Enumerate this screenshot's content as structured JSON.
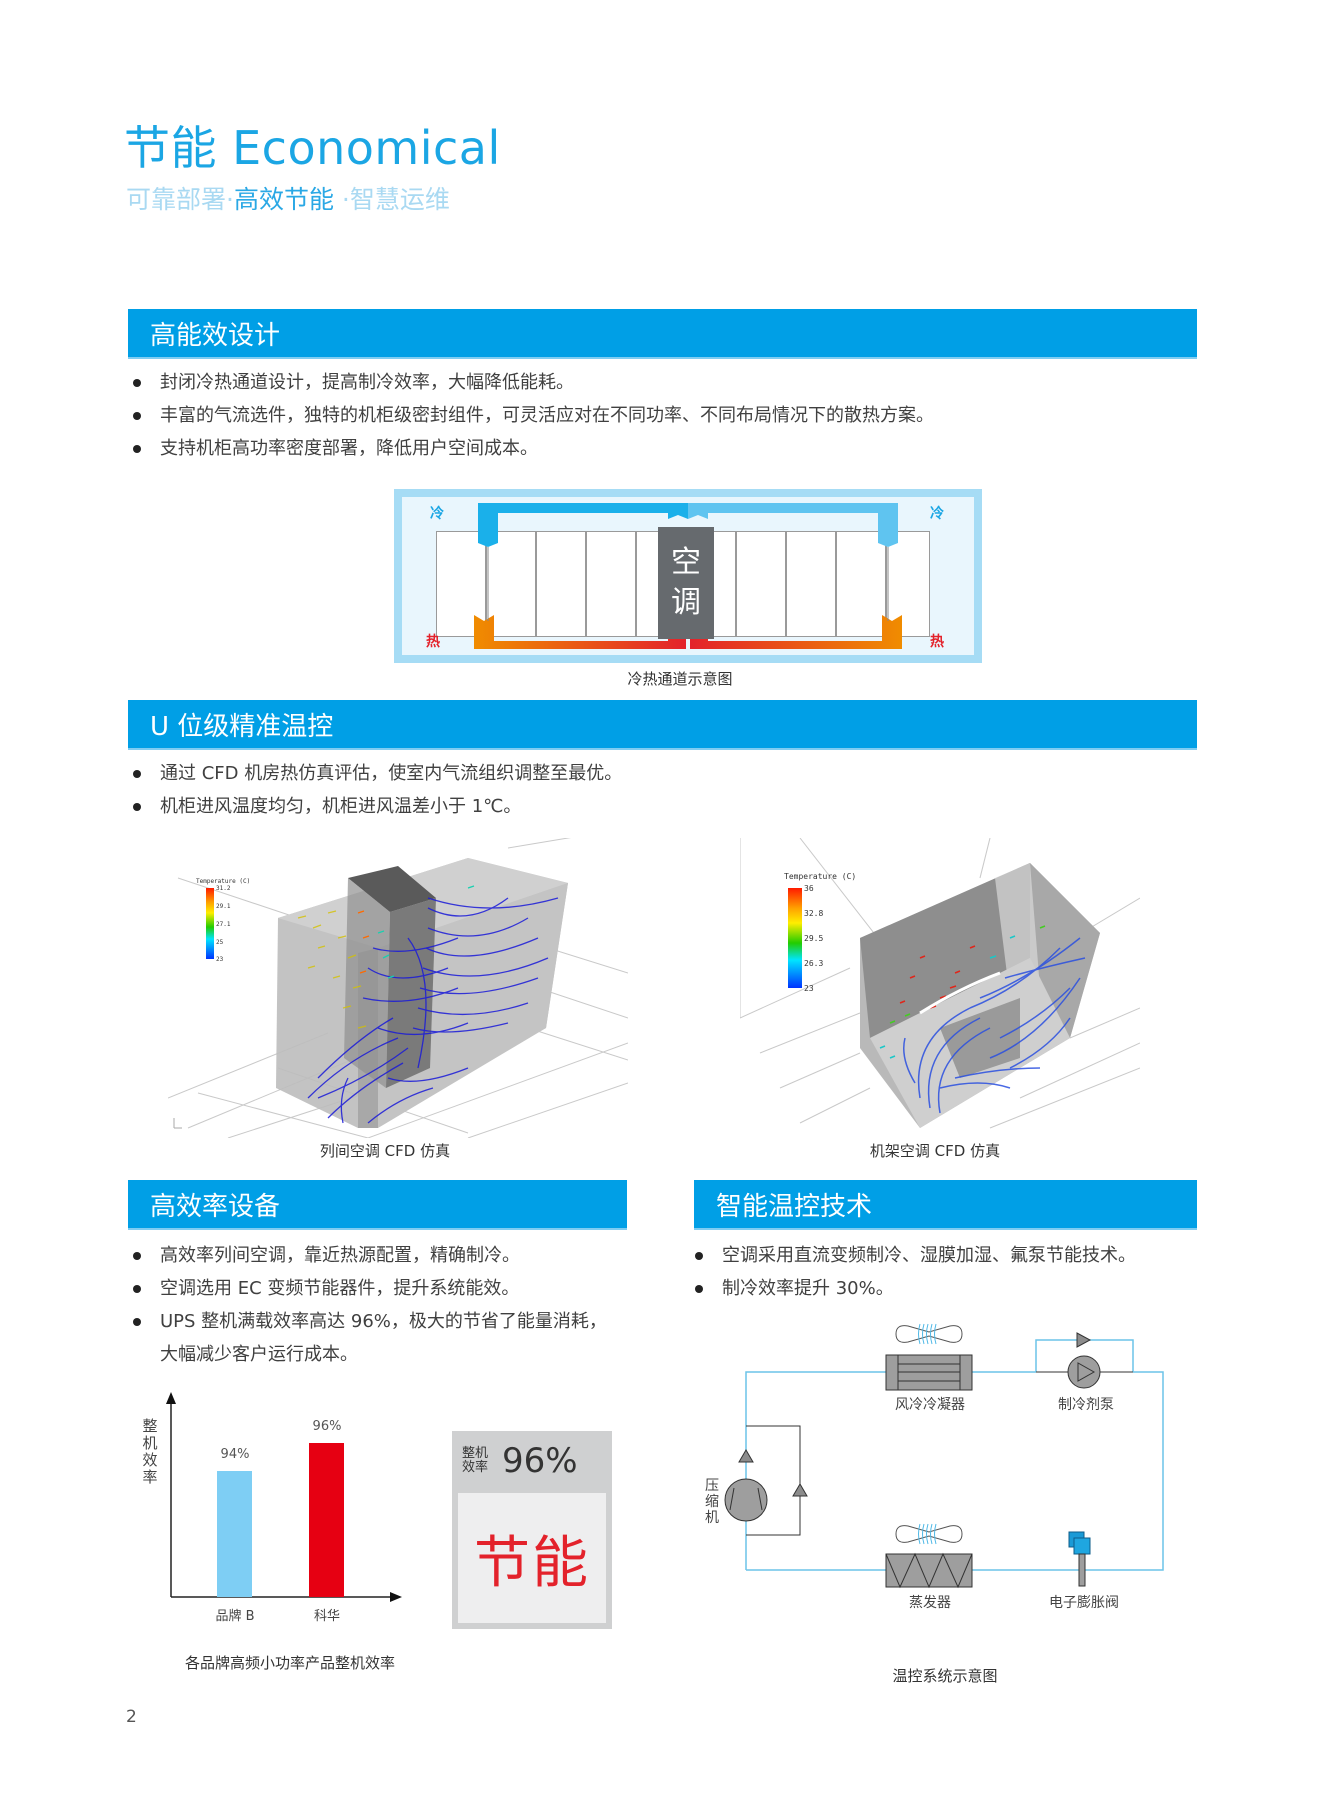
{
  "header": {
    "title": "节能 Economical",
    "subtitle_part1": "可靠部署·",
    "subtitle_part2": "高效节能",
    "subtitle_part3": " ·智慧运维"
  },
  "colors": {
    "accent_blue": "#009FE6",
    "title_blue": "#1BA6E4",
    "red": "#E3222B",
    "light_blue_bar": "#7ECEF4"
  },
  "sections": {
    "high_efficiency_design": {
      "heading": "高能效设计",
      "bullets": [
        "封闭冷热通道设计，提高制冷效率，大幅降低能耗。",
        "丰富的气流选件，独特的机柜级密封组件，可灵活应对在不同功率、不同布局情况下的散热方案。",
        "支持机柜高功率密度部署，降低用户空间成本。"
      ],
      "diagram": {
        "cold_label": "冷",
        "hot_label": "热",
        "ac_char1": "空",
        "ac_char2": "调",
        "caption": "冷热通道示意图"
      }
    },
    "u_level_control": {
      "heading": "U 位级精准温控",
      "bullets": [
        "通过 CFD 机房热仿真评估，使室内气流组织调整至最优。",
        "机柜进风温度均匀，机柜进风温差小于 1℃。"
      ],
      "cfd_left": {
        "legend_title": "Temperature (C)",
        "ticks": [
          "31.2",
          "29.1",
          "27.1",
          "25",
          "23"
        ],
        "caption": "列间空调 CFD 仿真"
      },
      "cfd_right": {
        "legend_title": "Temperature (C)",
        "ticks": [
          "36",
          "32.8",
          "29.5",
          "26.3",
          "23"
        ],
        "caption": "机架空调 CFD 仿真"
      }
    },
    "efficient_equipment": {
      "heading": "高效率设备",
      "bullets": [
        "高效率列间空调，靠近热源配置，精确制冷。",
        "空调选用 EC 变频节能器件，提升系统能效。",
        "UPS 整机满载效率高达 96%，极大的节省了能量消耗，"
      ],
      "bullet3_cont": "大幅减少客户运行成本。",
      "chart": {
        "ylabel": "整机效率",
        "caption": "各品牌高频小功率产品整机效率"
      },
      "card": {
        "label_line1": "整机",
        "label_line2": "效率",
        "value": "96%",
        "big_text": "节能"
      }
    },
    "smart_temp_control": {
      "heading": "智能温控技术",
      "bullets": [
        "空调采用直流变频制冷、湿膜加湿、氟泵节能技术。",
        "制冷效率提升 30%。"
      ],
      "diagram": {
        "condenser": "风冷冷凝器",
        "pump": "制冷剂泵",
        "compressor_1": "压",
        "compressor_2": "缩",
        "compressor_3": "机",
        "evaporator": "蒸发器",
        "expansion_valve": "电子膨胀阀",
        "caption": "温控系统示意图"
      }
    }
  },
  "chart_data": {
    "type": "bar",
    "title": "各品牌高频小功率产品整机效率",
    "categories": [
      "品牌 B",
      "科华"
    ],
    "values": [
      94,
      96
    ],
    "value_labels": [
      "94%",
      "96%"
    ],
    "bar_colors": [
      "#7ECEF4",
      "#E60012"
    ],
    "xlabel": "",
    "ylabel": "整机效率",
    "grid": false,
    "legend": "none"
  },
  "footer": {
    "page_number": "2"
  }
}
